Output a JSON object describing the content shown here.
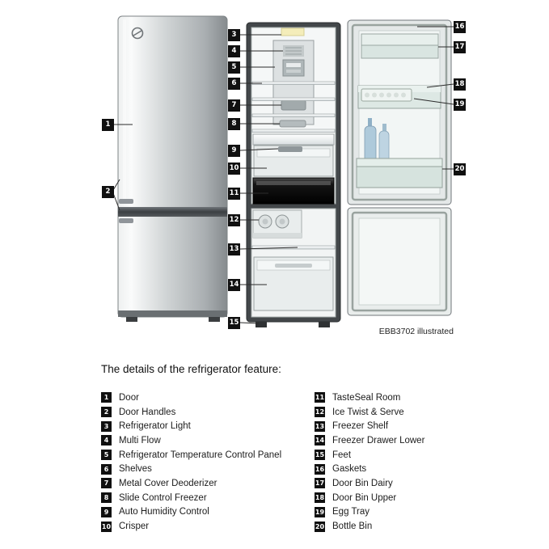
{
  "page": {
    "heading": "The details of the refrigerator feature:",
    "caption": "EBB3702 illustrated"
  },
  "colors": {
    "badge_bg": "#101010",
    "badge_text": "#ffffff",
    "fridge_body_silver": "#b9bec1",
    "frame_dark": "#43474a",
    "tasteseal_black": "#111111",
    "light_yellow": "#f4edba",
    "bottle_blue": "#aecadb"
  },
  "features": [
    {
      "num": "1",
      "label": "Door"
    },
    {
      "num": "2",
      "label": "Door Handles"
    },
    {
      "num": "3",
      "label": "Refrigerator Light"
    },
    {
      "num": "4",
      "label": "Multi Flow"
    },
    {
      "num": "5",
      "label": "Refrigerator Temperature Control Panel"
    },
    {
      "num": "6",
      "label": "Shelves"
    },
    {
      "num": "7",
      "label": "Metal Cover Deoderizer"
    },
    {
      "num": "8",
      "label": "Slide Control Freezer"
    },
    {
      "num": "9",
      "label": "Auto Humidity Control"
    },
    {
      "num": "10",
      "label": "Crisper"
    },
    {
      "num": "11",
      "label": "TasteSeal Room"
    },
    {
      "num": "12",
      "label": "Ice Twist & Serve"
    },
    {
      "num": "13",
      "label": "Freezer Shelf"
    },
    {
      "num": "14",
      "label": "Freezer Drawer Lower"
    },
    {
      "num": "15",
      "label": "Feet"
    },
    {
      "num": "16",
      "label": "Gaskets"
    },
    {
      "num": "17",
      "label": "Door Bin Dairy"
    },
    {
      "num": "18",
      "label": "Door Bin Upper"
    },
    {
      "num": "19",
      "label": "Egg Tray"
    },
    {
      "num": "20",
      "label": "Bottle Bin"
    }
  ]
}
